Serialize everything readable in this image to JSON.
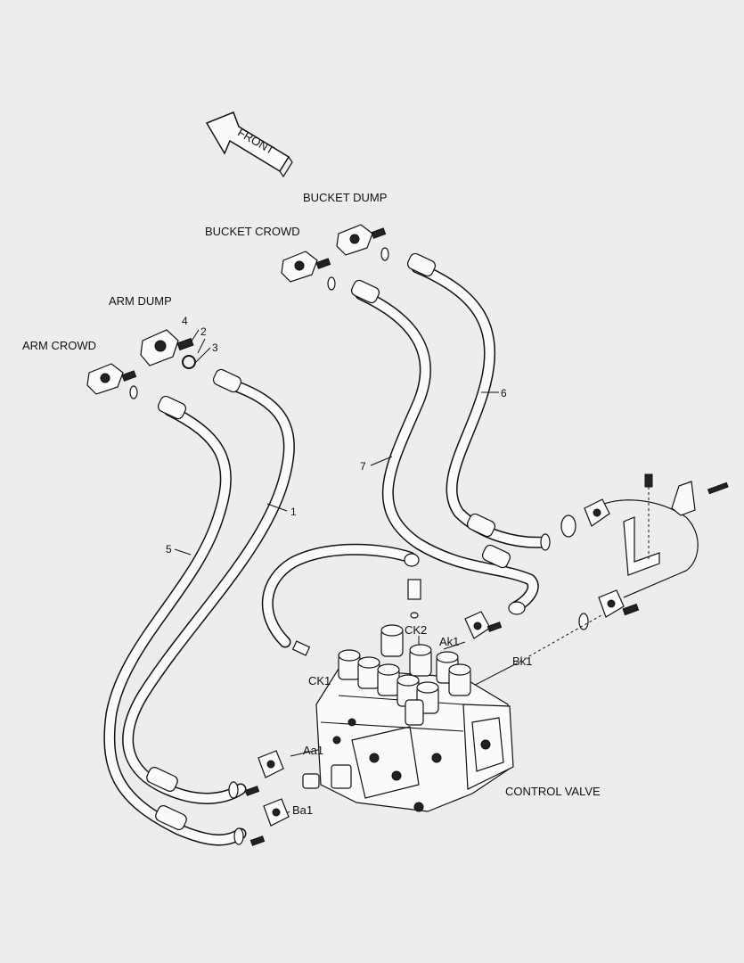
{
  "labels": {
    "front": "FRONT",
    "bucket_dump": "BUCKET DUMP",
    "bucket_crowd": "BUCKET CROWD",
    "arm_dump": "ARM DUMP",
    "arm_crowd": "ARM CROWD",
    "control_valve": "CONTROL VALVE"
  },
  "callouts": {
    "n1": "1",
    "n2": "2",
    "n3": "3",
    "n4": "4",
    "n5": "5",
    "n6": "6",
    "n7": "7"
  },
  "ports": {
    "ck2": "CK2",
    "ak1": "Ak1",
    "bk1": "Bk1",
    "ck1": "CK1",
    "aa1": "Aa1",
    "ba1": "Ba1"
  },
  "colors": {
    "background": "#ededed",
    "line": "#111111"
  }
}
